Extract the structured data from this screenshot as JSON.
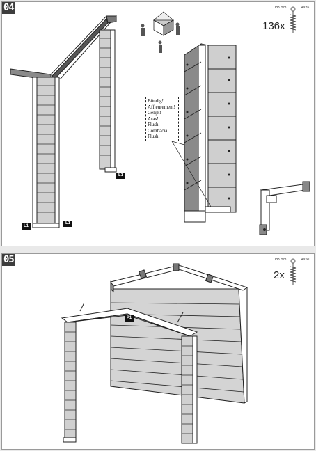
{
  "step4": {
    "number": "04",
    "screw": {
      "diameter": "Ø3 mm",
      "length": "4×35",
      "quantity": "136x"
    },
    "flush_note": [
      "Bündig!",
      "Affleurement!",
      "Gelijk!",
      "Aras!",
      "Flush!",
      "Combacia!",
      "Flush!"
    ],
    "part_labels": [
      "L1",
      "L1",
      "L1"
    ]
  },
  "step5": {
    "number": "05",
    "screw": {
      "diameter": "Ø3 mm",
      "length": "4×50",
      "quantity": "2x"
    },
    "part_label": "P1"
  },
  "colors": {
    "panel_border": "#9a9a9a",
    "step_badge": "#3d3d3d",
    "wall_fill": "#d0d0d0",
    "line": "#222222"
  }
}
